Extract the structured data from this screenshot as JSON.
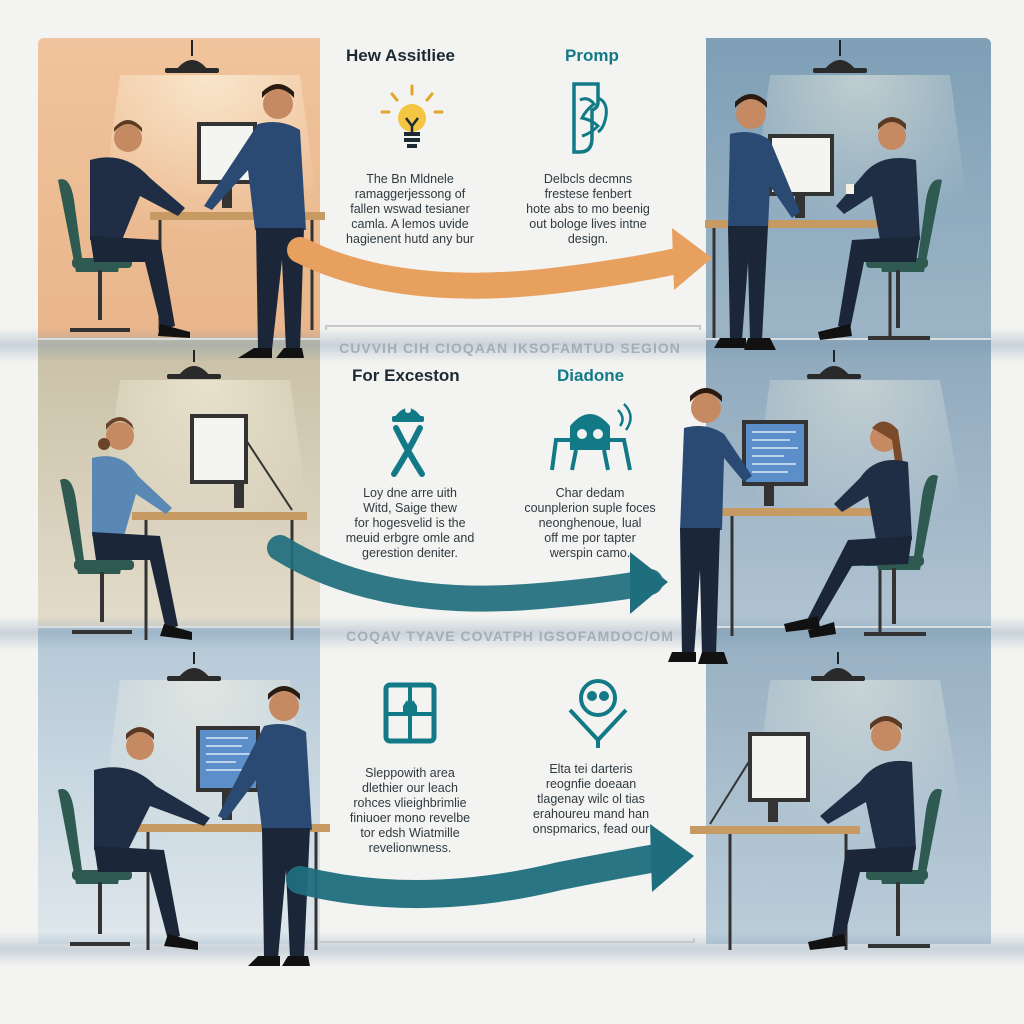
{
  "rows": [
    {
      "left_heading": "Hew Assitliee",
      "left_text": "The Bn Mldnele\nramaggerjessong of\nfallen wswad tesianer\ncamla. A lemos uvide\nhagienent hutd any bur",
      "right_heading": "Promp",
      "right_text": "Delbcls decmns\nfrestese fenbert\nhote abs to mo beenig\nout bologe lives intne\ndesign."
    },
    {
      "left_heading": "For Exceston",
      "left_text": "Loy dne arre uith\nWitd, Saige thew\nfor hogesvelid is the\nmeuid erbgre omle and\ngerestion deniter.",
      "right_heading": "Diadone",
      "right_text": "Char dedam\ncounplerion suple foces\nneonghenoue, lual\noff me por tapter\nwerspin camo."
    },
    {
      "left_heading": "",
      "left_text": "Sleppowith area\ndlethier our leach\nrohces vlieighbrimlie\nfiniuoer mono revelbe\ntor edsh Wiatmille\nrevelionwness.",
      "right_heading": "",
      "right_text": "Elta tei darteris\nreognfie doeaan\ntlagenay wilc ol tias\nerahoureu mand han\nonspmarics, fead our"
    }
  ],
  "dividers": [
    "CUVVIH CIH CIOQAAN IKSOFAMTUD SEGION",
    "COQAV TYAVE COVATPH IGSOFAMDOC/OM"
  ],
  "icons": [
    "lightbulb-icon",
    "prompt-scroll-icon",
    "person-ribbon-icon",
    "robot-icon",
    "window-frame-icon",
    "funnel-icon"
  ],
  "colors": {
    "teal": "#127a86",
    "orange_arrow": "#e8a05f",
    "teal_arrow": "#1f6e7d",
    "navy_clothes": "#1f2e45",
    "shirt_blue": "#2b4a73"
  }
}
